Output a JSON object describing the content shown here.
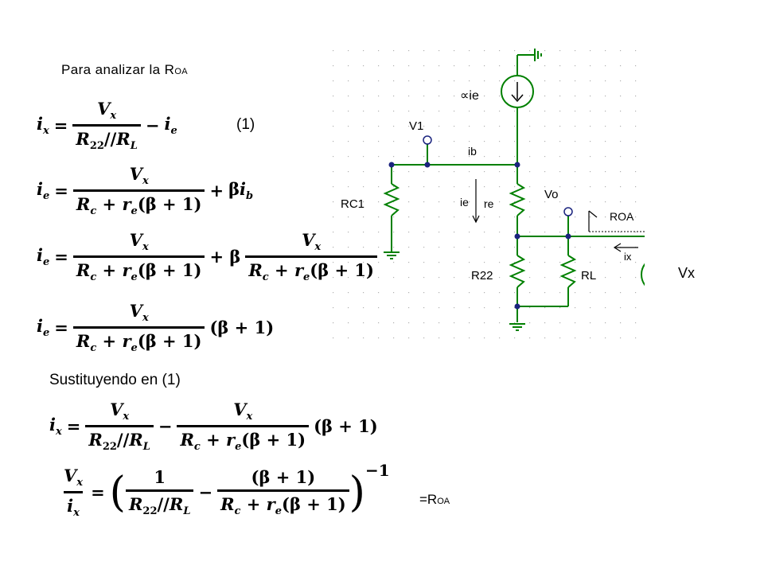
{
  "header": {
    "title_main": "Para analizar la R",
    "title_sub": "OA"
  },
  "labels": {
    "eq_ref": "(1)",
    "substituting": "Sustituyendo en (1)",
    "roa_main": "=R",
    "roa_sub": "OA"
  },
  "equations": {
    "eq1": "i_x = V_x/(R_22//R_L) − i_e",
    "eq2": "i_e = V_x/(R_c + r_e(β+1)) + βi_b",
    "eq3": "i_e = V_x/(R_c + r_e(β+1)) + β V_x/(R_c + r_e(β+1))",
    "eq4": "i_e = V_x/(R_c + r_e(β+1)) (β+1)",
    "eq5": "i_x = V_x/(R_22//R_L) − V_x/(R_c + r_e(β+1)) (β+1)",
    "eq6": "V_x/i_x = (1/(R_22//R_L) − (β+1)/(R_c + r_e(β+1)))^-1"
  },
  "circuit": {
    "source_label": "∝ie",
    "node_v1": "V1",
    "current_ib": "ib",
    "current_ie": "ie",
    "resistor_re": "re",
    "node_vo": "Vo",
    "resistor_rc1": "RC1",
    "resistor_r22": "R22",
    "resistor_rl": "RL",
    "r_oa": "ROA",
    "current_ix": "ix",
    "source_vx": "Vx",
    "colors": {
      "wire": "#008000",
      "node": "#1a237e",
      "resistor": "#008000",
      "source": "#008000"
    }
  }
}
